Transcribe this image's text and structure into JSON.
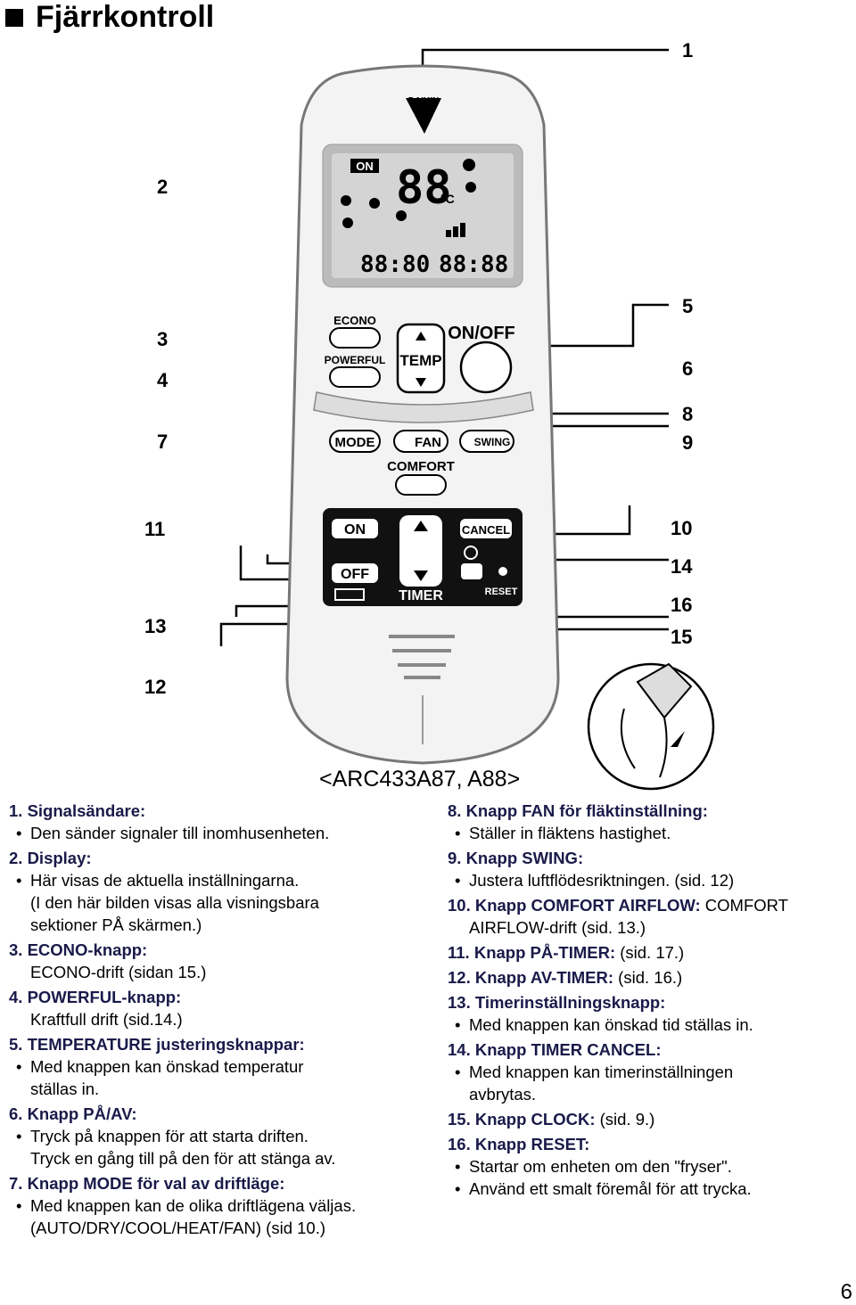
{
  "title": "Fjärrkontroll",
  "callouts": {
    "n1": "1",
    "n2": "2",
    "n3": "3",
    "n4": "4",
    "n5": "5",
    "n6": "6",
    "n7": "7",
    "n8": "8",
    "n9": "9",
    "n10": "10",
    "n11": "11",
    "n12": "12",
    "n13": "13",
    "n14": "14",
    "n15": "15",
    "n16": "16"
  },
  "remote": {
    "brand": "DAIKIN",
    "display": {
      "on": "ON",
      "temp": "88",
      "unit": "°C",
      "time_left": "88:80",
      "time_right": "88:88"
    },
    "buttons": {
      "econo": "ECONO",
      "powerful": "POWERFUL",
      "temp": "TEMP",
      "onoff": "ON/OFF",
      "mode": "MODE",
      "fan": "FAN",
      "swing": "SWING",
      "comfort": "COMFORT",
      "timer_on": "ON",
      "timer_off": "OFF",
      "cancel": "CANCEL",
      "timer": "TIMER",
      "reset": "RESET"
    }
  },
  "model": "<ARC433A87, A88>",
  "left_items": [
    {
      "head": "1. Signalsändare:",
      "lines": [
        {
          "t": "b",
          "v": "Den sänder signaler till inomhusenheten."
        }
      ]
    },
    {
      "head": "2. Display:",
      "lines": [
        {
          "t": "b",
          "v": "Här visas de aktuella inställningarna."
        },
        {
          "t": "p",
          "v": "(I den här bilden visas alla visningsbara"
        },
        {
          "t": "p",
          "v": "sektioner PÅ skärmen.)"
        }
      ]
    },
    {
      "head": "3. ECONO-knapp:",
      "lines": [
        {
          "t": "p",
          "v": "ECONO-drift (sidan 15.)"
        }
      ]
    },
    {
      "head": "4. POWERFUL-knapp:",
      "lines": [
        {
          "t": "p",
          "v": "Kraftfull drift (sid.14.)"
        }
      ]
    },
    {
      "head": "5. TEMPERATURE justeringsknappar:",
      "lines": [
        {
          "t": "b",
          "v": "Med knappen kan önskad temperatur"
        },
        {
          "t": "p",
          "v": "ställas in."
        }
      ]
    },
    {
      "head": "6. Knapp PÅ/AV:",
      "lines": [
        {
          "t": "b",
          "v": "Tryck på knappen för att starta driften."
        },
        {
          "t": "p",
          "v": "Tryck en gång till på den för att stänga av."
        }
      ]
    },
    {
      "head": "7. Knapp MODE för val av driftläge:",
      "lines": [
        {
          "t": "b",
          "v": "Med knappen kan de olika driftlägena väljas."
        },
        {
          "t": "p",
          "v": "(AUTO/DRY/COOL/HEAT/FAN) (sid 10.)"
        }
      ]
    }
  ],
  "right_items": [
    {
      "head": "8. Knapp FAN för fläktinställning:",
      "lines": [
        {
          "t": "b",
          "v": "Ställer in fläktens hastighet."
        }
      ]
    },
    {
      "head": "9. Knapp SWING:",
      "lines": [
        {
          "t": "b",
          "v": "Justera luftflödesriktningen. (sid. 12)"
        }
      ]
    },
    {
      "head": "10. Knapp COMFORT AIRFLOW:",
      "tail": " COMFORT",
      "lines": [
        {
          "t": "p",
          "v": "AIRFLOW-drift (sid. 13.)"
        }
      ]
    },
    {
      "head": "11. Knapp PÅ-TIMER:",
      "tail": " (sid. 17.)",
      "lines": []
    },
    {
      "head": "12. Knapp AV-TIMER:",
      "tail": " (sid. 16.)",
      "lines": []
    },
    {
      "head": "13. Timerinställningsknapp:",
      "lines": [
        {
          "t": "b",
          "v": "Med knappen kan önskad tid ställas in."
        }
      ]
    },
    {
      "head": "14. Knapp TIMER CANCEL:",
      "lines": [
        {
          "t": "b",
          "v": "Med knappen kan timerinställningen"
        },
        {
          "t": "p",
          "v": "avbrytas."
        }
      ]
    },
    {
      "head": "15. Knapp CLOCK:",
      "tail": " (sid. 9.)",
      "lines": []
    },
    {
      "head": "16. Knapp RESET:",
      "lines": [
        {
          "t": "b",
          "v": "Startar om enheten om den \"fryser\"."
        },
        {
          "t": "b",
          "v": "Använd ett smalt föremål för att trycka."
        }
      ]
    }
  ],
  "page_number": "6"
}
